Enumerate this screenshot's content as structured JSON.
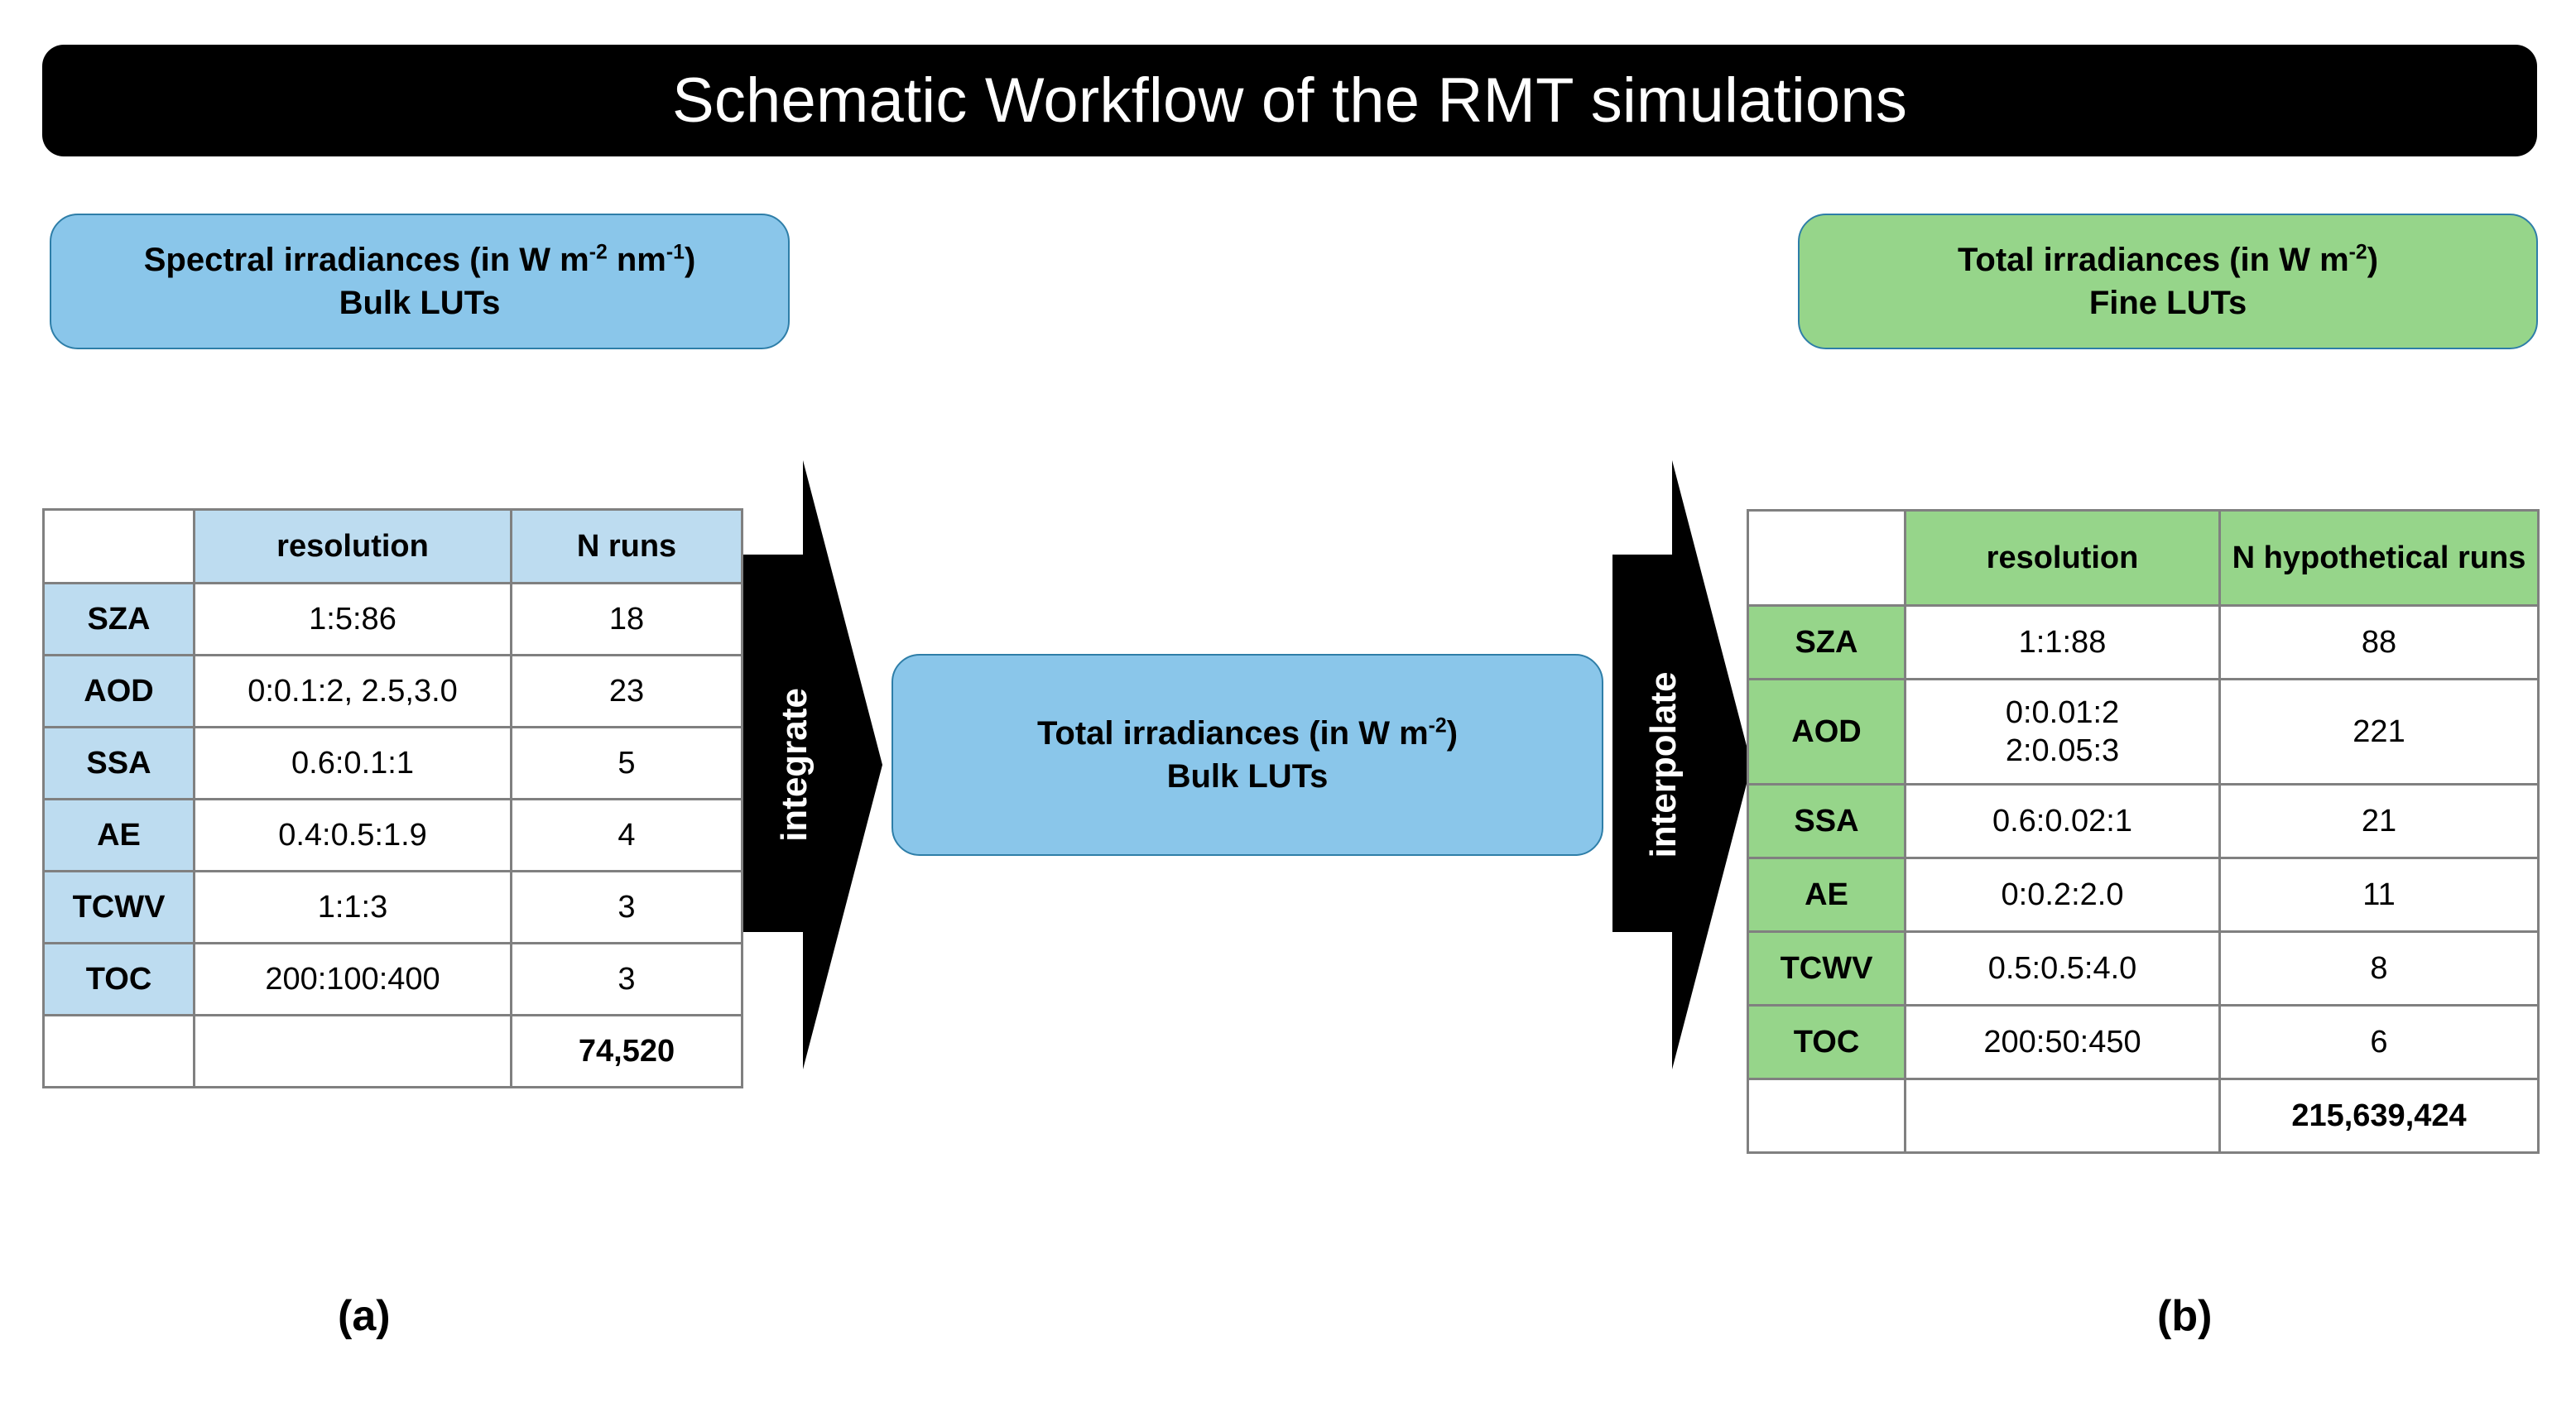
{
  "title": "Schematic Workflow of the RMT simulations",
  "boxes": {
    "spectral_bulk": {
      "line1_pre": "Spectral irradiances (in W m",
      "line1_sup1": "-2",
      "line1_mid": " nm",
      "line1_sup2": "-1",
      "line1_post": ")",
      "line2": "Bulk LUTs"
    },
    "total_fine": {
      "line1_pre": "Total irradiances (in W m",
      "line1_sup1": "-2",
      "line1_post": ")",
      "line2": "Fine LUTs"
    },
    "total_bulk": {
      "line1_pre": "Total irradiances (in W m",
      "line1_sup1": "-2",
      "line1_post": ")",
      "line2": "Bulk LUTs"
    }
  },
  "arrows": {
    "integrate": "integrate",
    "interpolate": "interpolate"
  },
  "table_bulk": {
    "headers": [
      "",
      "resolution",
      "N runs"
    ],
    "rows": [
      {
        "name": "SZA",
        "resolution": "1:5:86",
        "n": "18"
      },
      {
        "name": "AOD",
        "resolution": "0:0.1:2, 2.5,3.0",
        "n": "23"
      },
      {
        "name": "SSA",
        "resolution": "0.6:0.1:1",
        "n": "5"
      },
      {
        "name": "AE",
        "resolution": "0.4:0.5:1.9",
        "n": "4"
      },
      {
        "name": "TCWV",
        "resolution": "1:1:3",
        "n": "3"
      },
      {
        "name": "TOC",
        "resolution": "200:100:400",
        "n": "3"
      }
    ],
    "total": "74,520"
  },
  "table_fine": {
    "headers": [
      "",
      "resolution",
      "N hypothetical runs"
    ],
    "rows": [
      {
        "name": "SZA",
        "resolution": "1:1:88",
        "resolution2": "",
        "n": "88"
      },
      {
        "name": "AOD",
        "resolution": "0:0.01:2",
        "resolution2": "2:0.05:3",
        "n": "221"
      },
      {
        "name": "SSA",
        "resolution": "0.6:0.02:1",
        "resolution2": "",
        "n": "21"
      },
      {
        "name": "AE",
        "resolution": "0:0.2:2.0",
        "resolution2": "",
        "n": "11"
      },
      {
        "name": "TCWV",
        "resolution": "0.5:0.5:4.0",
        "resolution2": "",
        "n": "8"
      },
      {
        "name": "TOC",
        "resolution": "200:50:450",
        "resolution2": "",
        "n": "6"
      }
    ],
    "total": "215,639,424"
  },
  "panel_letters": {
    "a": "(a)",
    "b": "(b)"
  },
  "colors": {
    "banner": "#000000",
    "blue_box": "#8AC6EA",
    "blue_cell": "#BDDCF0",
    "green_box": "#96D58A",
    "box_border": "#2E7EA8",
    "table_border": "#808080",
    "arrow": "#000000"
  }
}
